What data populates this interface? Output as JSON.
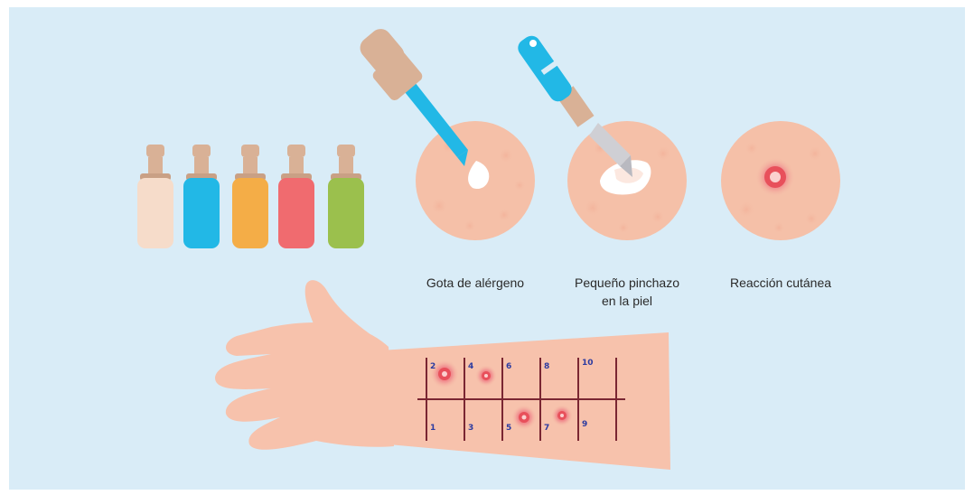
{
  "colors": {
    "background": "#d9ecf7",
    "skin_circle": "#f5c0a8",
    "skin_arm": "#f7c2ac",
    "reaction": "#e8505b",
    "grid_line": "#7a2632",
    "grid_numbers": "#2c3ba0",
    "bottle_cap": "#d9b196"
  },
  "bottles": [
    {
      "color_name": "cream",
      "color": "#f6dcca"
    },
    {
      "color_name": "blue",
      "color": "#22b8e6"
    },
    {
      "color_name": "orange",
      "color": "#f4ad47"
    },
    {
      "color_name": "red",
      "color": "#f06b6f"
    },
    {
      "color_name": "green",
      "color": "#9bc04d"
    }
  ],
  "steps": [
    {
      "label": "Gota de alérgeno"
    },
    {
      "label_line1": "Pequeño pinchazo",
      "label_line2": "en la piel"
    },
    {
      "label": "Reacción cutánea"
    }
  ],
  "grid": {
    "top_numbers": [
      "2",
      "4",
      "6",
      "8",
      "10"
    ],
    "bottom_numbers": [
      "1",
      "3",
      "5",
      "7",
      "9"
    ],
    "reactions_top": [
      "2",
      "4"
    ],
    "reactions_bottom": [
      "5",
      "7"
    ]
  },
  "icons": [
    "dropper-icon",
    "lancet-icon",
    "allergen-bottle-icon",
    "skin-circle-icon",
    "forearm-icon"
  ]
}
